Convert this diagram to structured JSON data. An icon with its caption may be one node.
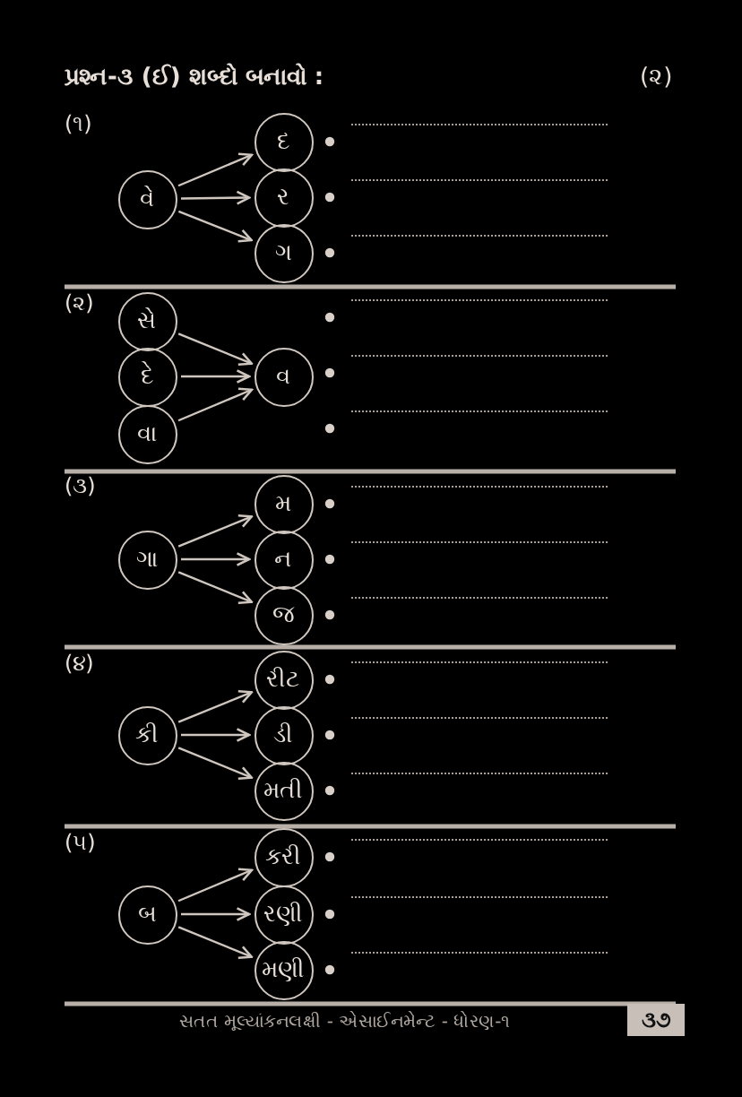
{
  "diagram": {
    "title": "પ્રશ્ન-૩ (ઈ) શબ્દો બનાવો :",
    "nodes": [
      {
        "text": [
          "વે"
        ]
      },
      {
        "text": [
          "દ"
        ]
      },
      {
        "text": [
          "ર"
        ]
      },
      {
        "text": [
          "ગ"
        ]
      },
      {
        "text": [
          "સે"
        ]
      },
      {
        "text": [
          "દે"
        ]
      },
      {
        "text": [
          "વા"
        ]
      },
      {
        "text": [
          "વ"
        ]
      },
      {
        "text": [
          "ગા"
        ]
      },
      {
        "text": [
          "મ"
        ]
      },
      {
        "text": [
          "ન"
        ]
      },
      {
        "text": [
          "જ"
        ]
      },
      {
        "text": [
          "કી"
        ]
      },
      {
        "text": [
          "રીટ"
        ]
      },
      {
        "text": [
          "ડી"
        ]
      },
      {
        "text": [
          "મતી"
        ]
      },
      {
        "text": [
          "બ"
        ]
      },
      {
        "text": [
          "કરી"
        ]
      },
      {
        "text": [
          "રણી"
        ]
      },
      {
        "text": [
          "મણી"
        ]
      }
    ],
    "edges": [
      {
        "from": 0,
        "to": 1,
        "arrow": "to"
      },
      {
        "from": 0,
        "to": 2,
        "arrow": "to"
      },
      {
        "from": 0,
        "to": 3,
        "arrow": "to"
      },
      {
        "from": 4,
        "to": 7,
        "arrow": "to"
      },
      {
        "from": 5,
        "to": 7,
        "arrow": "to"
      },
      {
        "from": 6,
        "to": 7,
        "arrow": "to"
      },
      {
        "from": 8,
        "to": 9,
        "arrow": "to"
      },
      {
        "from": 8,
        "to": 10,
        "arrow": "to"
      },
      {
        "from": 8,
        "to": 11,
        "arrow": "to"
      },
      {
        "from": 12,
        "to": 13,
        "arrow": "to"
      },
      {
        "from": 12,
        "to": 14,
        "arrow": "to"
      },
      {
        "from": 12,
        "to": 15,
        "arrow": "to"
      },
      {
        "from": 16,
        "to": 17,
        "arrow": "to"
      },
      {
        "from": 16,
        "to": 18,
        "arrow": "to"
      },
      {
        "from": 16,
        "to": 19,
        "arrow": "to"
      }
    ],
    "labels": [
      "(૨)",
      "(૧)",
      "(૨)",
      "(૩)",
      "(૪)",
      "(૫)",
      "સતત મૂલ્યાંકનલક્ષી - એસાઈનમેન્ટ - ધોરણ-૧",
      "૩૭"
    ]
  }
}
